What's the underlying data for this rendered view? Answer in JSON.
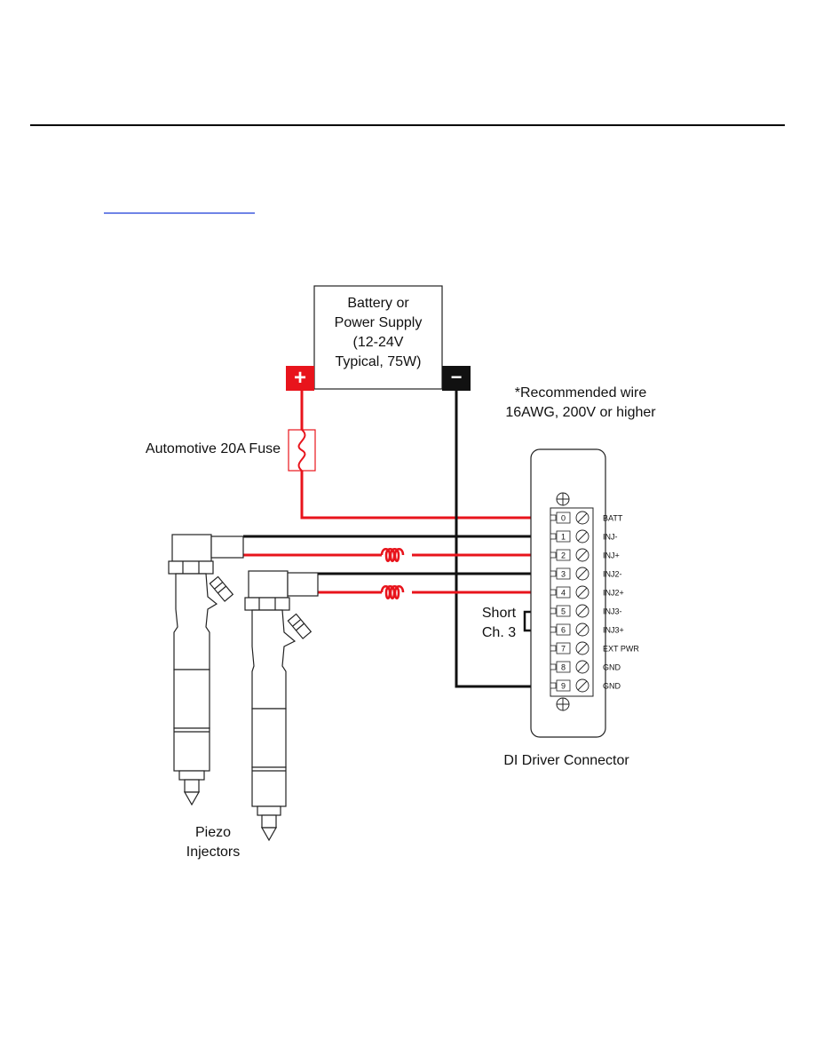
{
  "power_supply": {
    "lines": [
      "Battery or",
      "Power Supply",
      "(12-24V",
      "Typical, 75W)"
    ],
    "plus_symbol": "+",
    "minus_symbol": "−"
  },
  "note": {
    "lines": [
      "*Recommended wire",
      "16AWG, 200V or higher"
    ]
  },
  "fuse": {
    "label": "Automotive 20A Fuse"
  },
  "short_note": {
    "lines": [
      "Short",
      "Ch. 3"
    ]
  },
  "connector": {
    "caption": "DI Driver Connector",
    "pins": [
      {
        "number": "0",
        "label": "BATT"
      },
      {
        "number": "1",
        "label": "INJ-"
      },
      {
        "number": "2",
        "label": "INJ+"
      },
      {
        "number": "3",
        "label": "INJ2-"
      },
      {
        "number": "4",
        "label": "INJ2+"
      },
      {
        "number": "5",
        "label": "INJ3-"
      },
      {
        "number": "6",
        "label": "INJ3+"
      },
      {
        "number": "7",
        "label": "EXT PWR"
      },
      {
        "number": "8",
        "label": "GND"
      },
      {
        "number": "9",
        "label": "GND"
      }
    ]
  },
  "injectors": {
    "lines": [
      "Piezo",
      "Injectors"
    ]
  },
  "colors": {
    "positive_wire": "#e8141c",
    "negative_wire": "#111111"
  }
}
